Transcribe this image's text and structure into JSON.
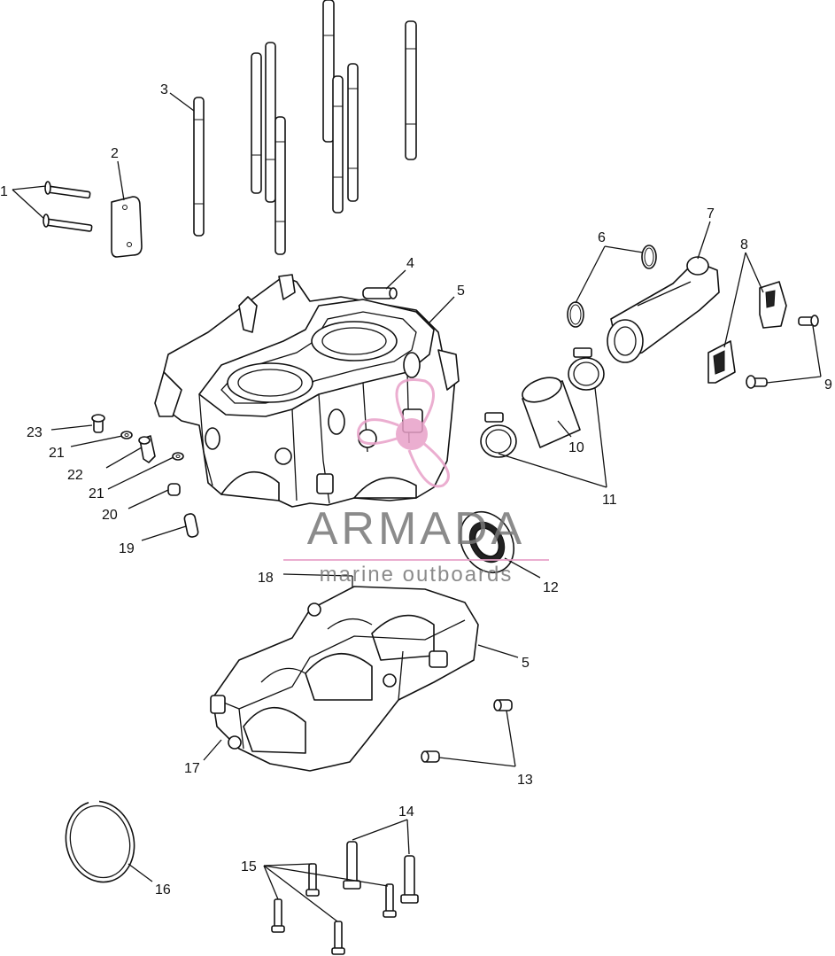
{
  "watermark": {
    "brand": "ARMADA",
    "tagline": "marine outboards",
    "color_text": "#777777",
    "color_logo": "#e8a0c8"
  },
  "callouts": [
    {
      "id": "c1",
      "label": "1"
    },
    {
      "id": "c2",
      "label": "2"
    },
    {
      "id": "c3",
      "label": "3"
    },
    {
      "id": "c4",
      "label": "4"
    },
    {
      "id": "c5a",
      "label": "5"
    },
    {
      "id": "c5b",
      "label": "5"
    },
    {
      "id": "c6",
      "label": "6"
    },
    {
      "id": "c7",
      "label": "7"
    },
    {
      "id": "c8",
      "label": "8"
    },
    {
      "id": "c9",
      "label": "9"
    },
    {
      "id": "c10",
      "label": "10"
    },
    {
      "id": "c11",
      "label": "11"
    },
    {
      "id": "c12",
      "label": "12"
    },
    {
      "id": "c13",
      "label": "13"
    },
    {
      "id": "c14",
      "label": "14"
    },
    {
      "id": "c15",
      "label": "15"
    },
    {
      "id": "c16",
      "label": "16"
    },
    {
      "id": "c17",
      "label": "17"
    },
    {
      "id": "c18",
      "label": "18"
    },
    {
      "id": "c19",
      "label": "19"
    },
    {
      "id": "c20",
      "label": "20"
    },
    {
      "id": "c21a",
      "label": "21"
    },
    {
      "id": "c21b",
      "label": "21"
    },
    {
      "id": "c22",
      "label": "22"
    },
    {
      "id": "c23",
      "label": "23"
    }
  ]
}
